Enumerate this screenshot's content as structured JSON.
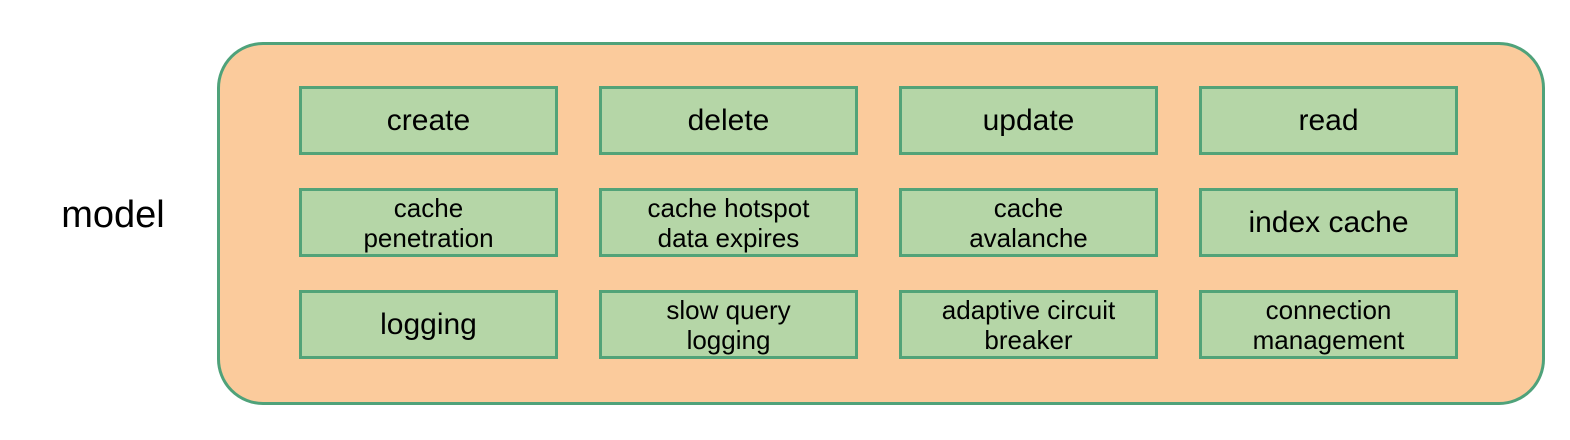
{
  "diagram": {
    "side_label": "model",
    "colors": {
      "group_fill": "#fbcb9c",
      "group_border": "#4fa27a",
      "cell_fill": "#b5d6a7",
      "cell_border": "#52a378",
      "text": "#000000",
      "page_background": "#ffffff"
    },
    "grid": {
      "columns": 4,
      "rows": 3,
      "cells": [
        {
          "label": "create",
          "lines": 1
        },
        {
          "label": "delete",
          "lines": 1
        },
        {
          "label": "update",
          "lines": 1
        },
        {
          "label": "read",
          "lines": 1
        },
        {
          "label": "cache\npenetration",
          "lines": 2
        },
        {
          "label": "cache hotspot\ndata expires",
          "lines": 2
        },
        {
          "label": "cache\navalanche",
          "lines": 2
        },
        {
          "label": "index cache",
          "lines": 1
        },
        {
          "label": "logging",
          "lines": 1
        },
        {
          "label": "slow query\nlogging",
          "lines": 2
        },
        {
          "label": "adaptive circuit\nbreaker",
          "lines": 2
        },
        {
          "label": "connection\nmanagement",
          "lines": 2
        }
      ]
    }
  }
}
